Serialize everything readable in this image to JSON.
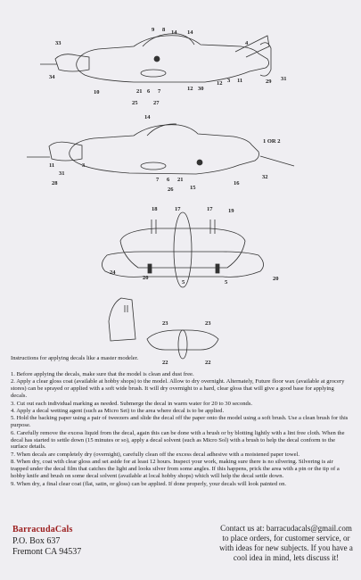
{
  "callouts": {
    "top": [
      "9",
      "8",
      "14",
      "14",
      "4",
      "33",
      "34",
      "10",
      "21",
      "6",
      "7",
      "12",
      "3",
      "11",
      "29",
      "25",
      "27",
      "12",
      "30",
      "31"
    ],
    "side2": [
      "14",
      "1 OR 2",
      "11",
      "3",
      "31",
      "28",
      "7",
      "6",
      "21",
      "26",
      "15",
      "16",
      "32"
    ],
    "planform": [
      "18",
      "17",
      "17",
      "19",
      "24",
      "20",
      "5",
      "5",
      "20"
    ],
    "tail": [
      "23",
      "23",
      "22",
      "22"
    ]
  },
  "instructions": {
    "heading": "Instructions for applying decals like a master modeler.",
    "steps": [
      "1. Before applying the decals, make sure that the model is clean and dust free.",
      "2. Apply a clear gloss coat (available at hobby shops) to the model. Allow to dry overnight. Alternately, Future floor wax (available at grocery stores) can be sprayed or applied with a soft wide brush. It will dry overnight to a hard, clear gloss that will give a good base for applying decals.",
      "3. Cut out each individual marking as needed. Submerge the decal in warm water for 20 to 30 seconds.",
      "4. Apply a decal wetting agent (such as Micro Set) to the area where decal is to be applied.",
      "5. Hold the backing paper using a pair of tweezers and slide the decal off the paper onto the model using a soft brush. Use a clean brush for this purpose.",
      "6. Carefully remove the excess liquid from the decal, again this can be done with a brush or by blotting lightly with a lint free cloth. When the decal has started to settle down (15 minutes or so), apply a decal solvent (such as Micro Sol) with a brush to help the decal conform to the surface details.",
      "7. When decals are completely dry (overnight), carefully clean off the excess decal adhesive with a moistened paper towel.",
      "8. When dry, coat with clear gloss and set aside for at least 12 hours. Inspect your work, making sure there is no silvering. Silvering is air trapped under the decal film that catches the light and looks silver from some angles. If this happens, prick the area with a pin or the tip of a hobby knife and brush on some decal solvent (available at local hobby shops) which will help the decal settle down.",
      "9. When dry, a final clear coat (flat, satin, or gloss) can be applied. If done properly, your decals will look painted on."
    ]
  },
  "footer": {
    "brand": "BarracudaCals",
    "po_box": "P.O. Box 637",
    "city": "Fremont CA 94537",
    "contact": "Contact us at: barracudacals@gmail.com to place orders, for customer service, or with ideas for new subjects. If you have a cool idea in mind, lets discuss it!"
  },
  "colors": {
    "brand_red": "#9b1c1c",
    "line": "#333333"
  }
}
